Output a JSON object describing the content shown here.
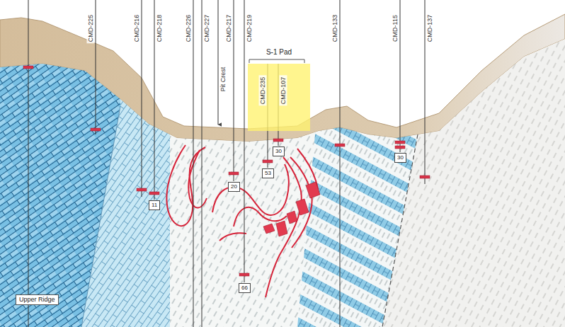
{
  "diagram": {
    "nodes": [
      {
        "text": [
          "S-1 Pad"
        ]
      },
      {
        "text": [
          "11"
        ]
      },
      {
        "text": [
          "20"
        ]
      },
      {
        "text": [
          "53"
        ]
      },
      {
        "text": [
          "30"
        ]
      },
      {
        "text": [
          "66"
        ]
      },
      {
        "text": [
          "30"
        ]
      },
      {
        "text": [
          "Upper Ridge"
        ]
      }
    ],
    "labels": [
      "CMD-225",
      "CMD-216",
      "CMD-218",
      "CMD-226",
      "CMD-227",
      "Pit Crest",
      "CMD-217",
      "CMD-219",
      "CMD-235",
      "CMD-107",
      "CMD-133",
      "CMD-115",
      "CMD-137"
    ]
  }
}
